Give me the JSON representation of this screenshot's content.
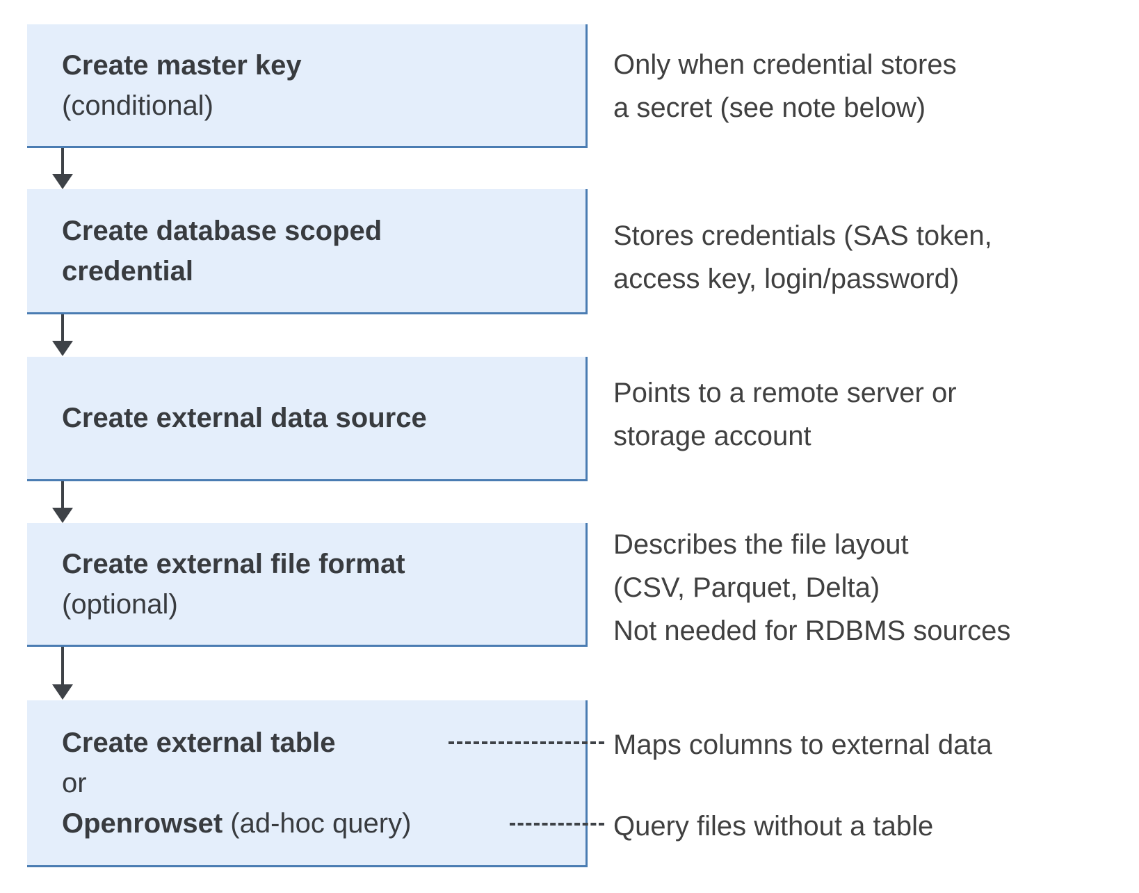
{
  "colors": {
    "background": "#ffffff",
    "box_fill": "#e4eefb",
    "box_border": "#4a7cb2",
    "arrow": "#3e4247",
    "title_text": "#383b3f",
    "note_text": "#404040"
  },
  "flow": {
    "step1": {
      "title": "Create master key",
      "qualifier": "(conditional)",
      "note_line1": "Only when credential stores",
      "note_line2": "a secret (see note below)"
    },
    "step2": {
      "title_line1": "Create database scoped",
      "title_line2": "credential",
      "note_line1": "Stores credentials (SAS token,",
      "note_line2": "access key, login/password)"
    },
    "step3": {
      "title": "Create external data source",
      "note_line1": "Points to a remote server or",
      "note_line2": "storage account"
    },
    "step4": {
      "title": "Create external file format",
      "qualifier": "(optional)",
      "note_line1": "Describes the file layout",
      "note_line2": "(CSV, Parquet, Delta)",
      "note_line3": "Not needed for RDBMS sources"
    },
    "step5": {
      "title": "Create external table",
      "or_word": "or",
      "alt_title": "Openrowset",
      "alt_qualifier": " (ad-hoc query)",
      "note_table": "Maps columns to external data",
      "note_adhoc": "Query files without a table"
    }
  }
}
